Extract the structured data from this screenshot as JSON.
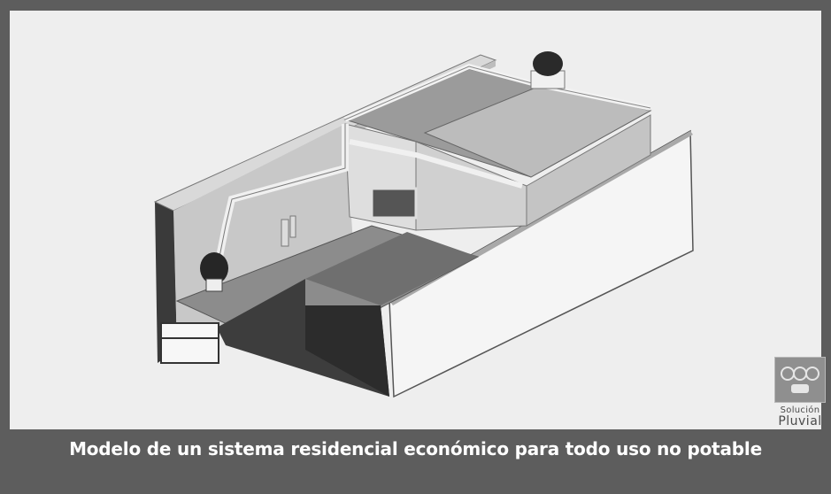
{
  "caption": "Modelo de un sistema residencial económico para todo uso no potable",
  "logo": {
    "icon": "rain-harvest-emblem",
    "line1": "Solución",
    "line2": "Pluvial"
  },
  "colors": {
    "frame": "#5d5d5d",
    "panel": "#eeeeee",
    "caption_text": "#ffffff"
  }
}
